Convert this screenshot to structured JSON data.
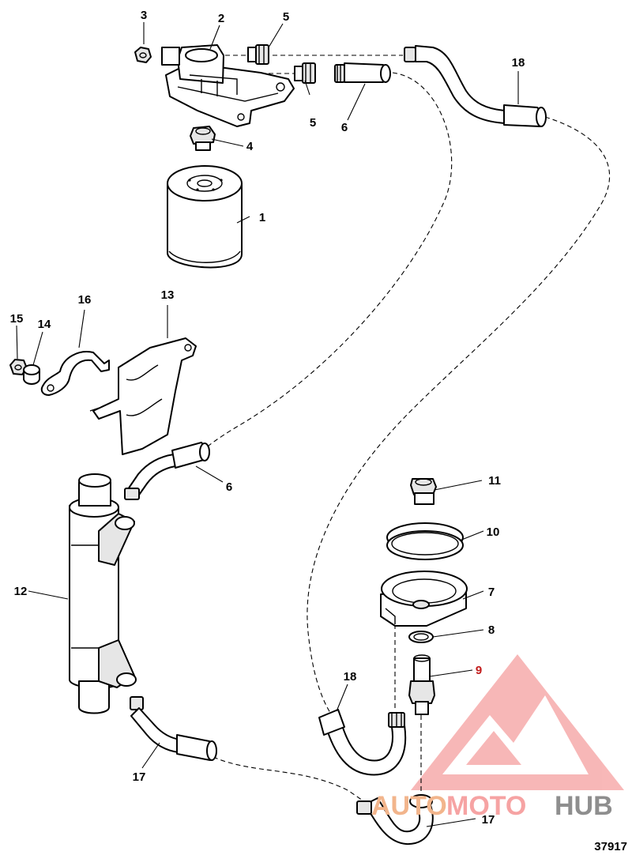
{
  "callouts": {
    "c1": "1",
    "c2": "2",
    "c3": "3",
    "c4": "4",
    "c5a": "5",
    "c5b": "5",
    "c6a": "6",
    "c6b": "6",
    "c7": "7",
    "c8": "8",
    "c9": "9",
    "c10": "10",
    "c11": "11",
    "c12": "12",
    "c13": "13",
    "c14": "14",
    "c15": "15",
    "c16": "16",
    "c17a": "17",
    "c17b": "17",
    "c18a": "18",
    "c18b": "18"
  },
  "figure_number": "37917",
  "watermark": {
    "part1": "AUTO",
    "part2": "MOTO",
    "part3": "HUB"
  },
  "colors": {
    "line": "#000000",
    "highlight_callout": "#c21a1a",
    "watermark_red": "#f08080",
    "watermark_orange": "#f2b58c",
    "watermark_gray": "#8e8e8e"
  }
}
